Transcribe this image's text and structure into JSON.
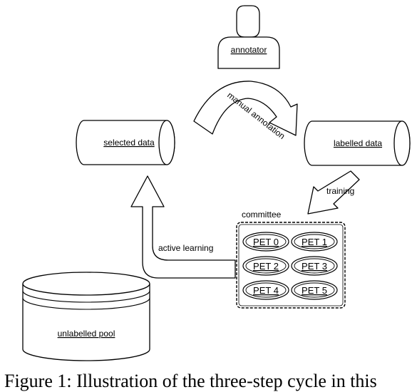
{
  "nodes": {
    "annotator": "annotator",
    "selected_data": "selected data",
    "labelled_data": "labelled data",
    "unlabelled_pool": "unlabelled pool",
    "committee": "committee"
  },
  "committee_members": [
    "PET 0",
    "PET 1",
    "PET 2",
    "PET 3",
    "PET 4",
    "PET 5"
  ],
  "edges": {
    "manual_annotation": "manual annotation",
    "training": "training",
    "active_learning": "active learning"
  },
  "caption": "Figure 1: Illustration of the three-step cycle in this"
}
